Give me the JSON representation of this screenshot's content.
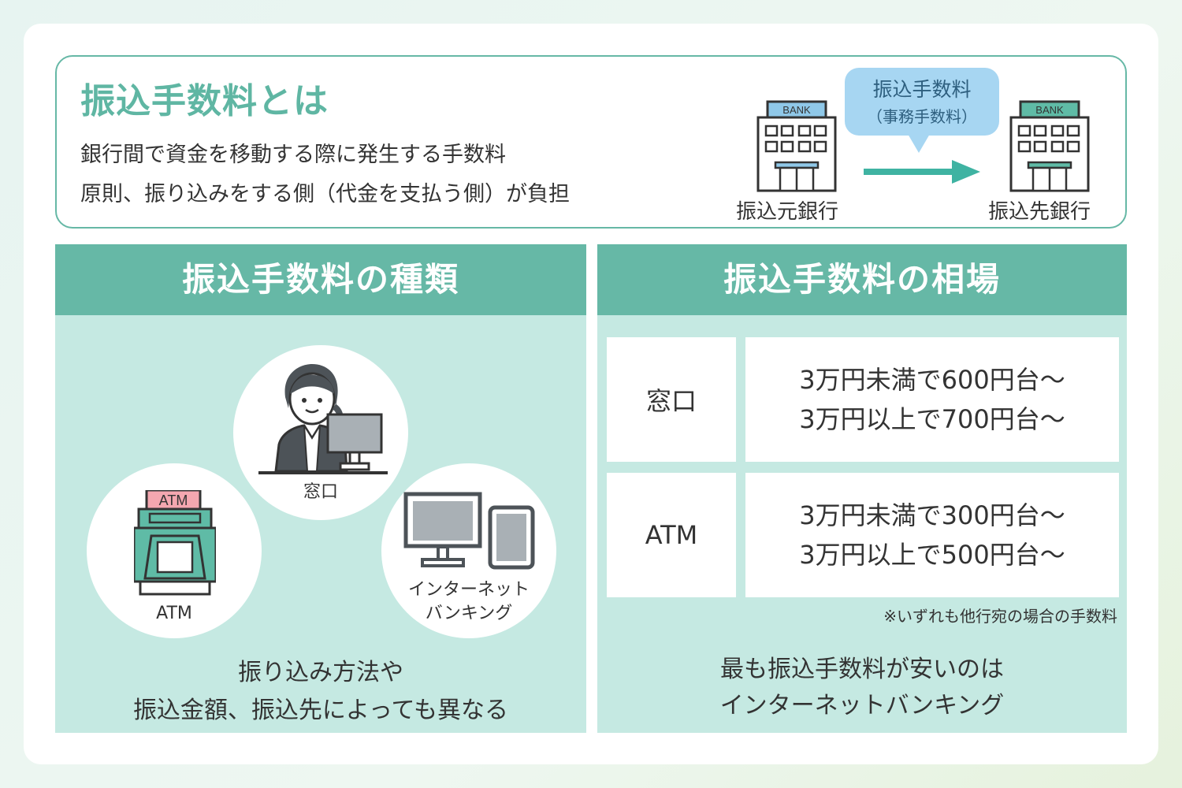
{
  "intro": {
    "title": "振込手数料とは",
    "line1": "銀行間で資金を移動する際に発生する手数料",
    "line2": "原則、振り込みをする側（代金を支払う側）が負担",
    "bank_sign": "BANK",
    "from_bank": "振込元銀行",
    "to_bank": "振込先銀行",
    "bubble_line1": "振込手数料",
    "bubble_line2": "（事務手数料）"
  },
  "types": {
    "header": "振込手数料の種類",
    "counter_label": "窓口",
    "atm_label": "ATM",
    "atm_sign": "ATM",
    "internet_line1": "インターネット",
    "internet_line2": "バンキング",
    "bottom_line1": "振り込み方法や",
    "bottom_line2": "振込金額、振込先によっても異なる"
  },
  "market": {
    "header": "振込手数料の相場",
    "rows": [
      {
        "name": "窓口",
        "line1": "3万円未満で600円台〜",
        "line2": "3万円以上で700円台〜"
      },
      {
        "name": "ATM",
        "line1": "3万円未満で300円台〜",
        "line2": "3万円以上で500円台〜"
      }
    ],
    "note": "※いずれも他行宛の場合の手数料",
    "bottom_line1": "最も振込手数料が安いのは",
    "bottom_line2": "インターネットバンキング"
  },
  "colors": {
    "accent": "#66b8a6",
    "panel_bg": "#c5e9e2",
    "bubble": "#a7d6f2",
    "atm_sign": "#f4a7b0",
    "arrow": "#3fb3a2"
  }
}
